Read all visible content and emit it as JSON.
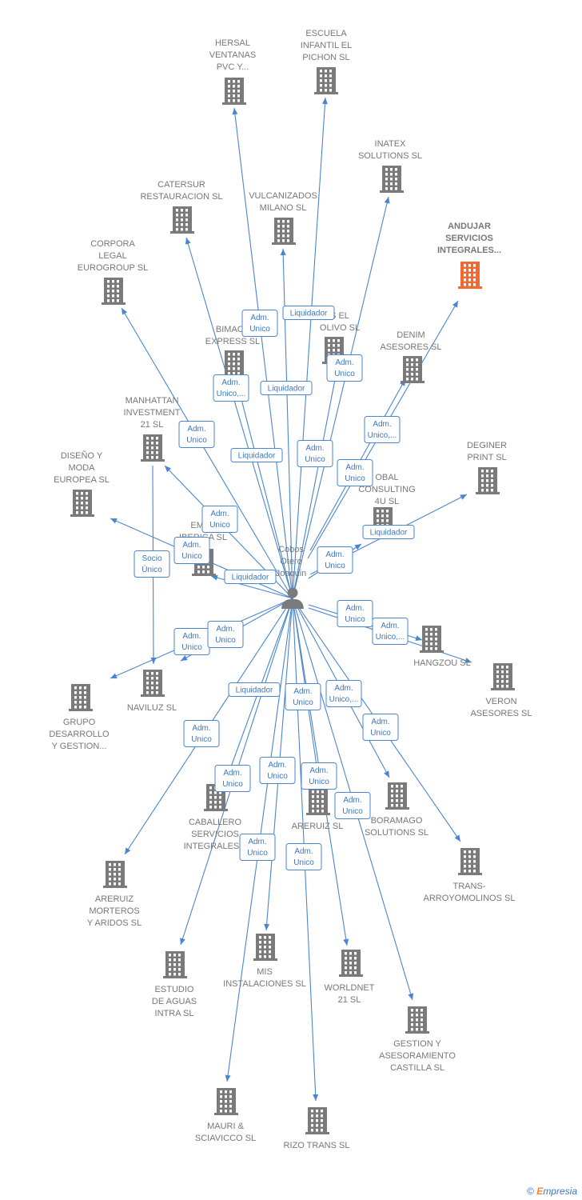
{
  "colors": {
    "edge": "#4a86d0",
    "building": "#7a7a7a",
    "highlight": "#f26a30",
    "person": "#7a7a7a"
  },
  "center": {
    "label_lines": [
      "Cobos",
      "Otero",
      "Joaquin"
    ]
  },
  "nodes": [
    {
      "id": "hersal",
      "label": [
        "HERSAL",
        "VENTANAS",
        "PVC Y..."
      ]
    },
    {
      "id": "escuela",
      "label": [
        "ESCUELA",
        "INFANTIL EL",
        "PICHON SL"
      ]
    },
    {
      "id": "inatex",
      "label": [
        "INATEX",
        "SOLUTIONS SL"
      ]
    },
    {
      "id": "andujar",
      "label": [
        "ANDUJAR",
        "SERVICIOS",
        "INTEGRALES..."
      ],
      "highlight": true
    },
    {
      "id": "catersur",
      "label": [
        "CATERSUR",
        "RESTAURACION SL"
      ]
    },
    {
      "id": "vulcanizados",
      "label": [
        "VULCANIZADOS",
        "MILANO SL"
      ]
    },
    {
      "id": "corpora",
      "label": [
        "CORPORA",
        "LEGAL",
        "EUROGROUP SL"
      ]
    },
    {
      "id": "olivo",
      "label": [
        "S EL",
        "OLIVO SL"
      ]
    },
    {
      "id": "bimaca",
      "label": [
        "BIMACA",
        "EXPRESS SL"
      ]
    },
    {
      "id": "denim",
      "label": [
        "DENIM",
        "ASESORES SL"
      ]
    },
    {
      "id": "manhattan",
      "label": [
        "MANHATTAN",
        "INVESTMENT",
        "21 SL"
      ]
    },
    {
      "id": "deginer",
      "label": [
        "DEGINER",
        "PRINT SL"
      ]
    },
    {
      "id": "diseno",
      "label": [
        "DISEÑO Y",
        "MODA",
        "EUROPEA SL"
      ]
    },
    {
      "id": "global",
      "label": [
        "OBAL",
        "CONSULTING",
        "4U SL"
      ]
    },
    {
      "id": "emba",
      "label": [
        "EMBA",
        "IBERICA SL"
      ]
    },
    {
      "id": "hangzou",
      "label": [
        "HANGZOU SL"
      ]
    },
    {
      "id": "veron",
      "label": [
        "VERON",
        "ASESORES SL"
      ]
    },
    {
      "id": "grupo",
      "label": [
        "GRUPO",
        "DESARROLLO",
        "Y GESTION..."
      ]
    },
    {
      "id": "naviluz",
      "label": [
        "NAVILUZ SL"
      ]
    },
    {
      "id": "caballero",
      "label": [
        "CABALLERO",
        "SERVICIOS",
        "INTEGRALES..."
      ]
    },
    {
      "id": "areruiz",
      "label": [
        "ARERUIZ SL"
      ]
    },
    {
      "id": "boramago",
      "label": [
        "BORAMAGO",
        "SOLUTIONS SL"
      ]
    },
    {
      "id": "trans",
      "label": [
        "TRANS-",
        "ARROYOMOLINOS SL"
      ]
    },
    {
      "id": "areruizm",
      "label": [
        "ARERUIZ",
        "MORTEROS",
        "Y ARIDOS SL"
      ]
    },
    {
      "id": "estudio",
      "label": [
        "ESTUDIO",
        "DE AGUAS",
        "INTRA  SL"
      ]
    },
    {
      "id": "mis",
      "label": [
        "MIS",
        "INSTALACIONES SL"
      ]
    },
    {
      "id": "worldnet",
      "label": [
        "WORLDNET",
        "21 SL"
      ]
    },
    {
      "id": "gestion",
      "label": [
        "GESTION Y",
        "ASESORAMIENTO",
        "CASTILLA  SL"
      ]
    },
    {
      "id": "mauri",
      "label": [
        "MAURI &",
        "SCIAVICCO SL"
      ]
    },
    {
      "id": "rizo",
      "label": [
        "RIZO TRANS SL"
      ]
    }
  ],
  "edges": [
    {
      "to": "hersal",
      "badge": [
        "Adm.",
        "Unico"
      ]
    },
    {
      "to": "escuela",
      "badge": [
        "Liquidador"
      ]
    },
    {
      "to": "inatex",
      "badge": [
        "Adm.",
        "Unico"
      ]
    },
    {
      "to": "andujar",
      "badge": [
        "Adm.",
        "Unico,..."
      ]
    },
    {
      "to": "catersur",
      "badge": [
        "Adm.",
        "Unico,..."
      ]
    },
    {
      "to": "vulcanizados",
      "badge": [
        "Liquidador"
      ]
    },
    {
      "to": "corpora",
      "badge": [
        "Adm.",
        "Unico"
      ]
    },
    {
      "to": "olivo",
      "badge": [
        "Adm.",
        "Unico"
      ]
    },
    {
      "to": "bimaca",
      "badge": [
        "Liquidador"
      ]
    },
    {
      "to": "denim",
      "badge": [
        "Adm.",
        "Unico"
      ]
    },
    {
      "to": "manhattan",
      "badge": [
        "Adm.",
        "Unico"
      ]
    },
    {
      "to": "deginer",
      "badge": [
        "Liquidador"
      ]
    },
    {
      "to": "diseno",
      "badge": [
        "Adm.",
        "Unico"
      ]
    },
    {
      "to": "global",
      "badge": [
        "Adm.",
        "Unico"
      ]
    },
    {
      "to": "emba",
      "badge": [
        "Liquidador"
      ]
    },
    {
      "to": "hangzou",
      "badge": [
        "Adm.",
        "Unico"
      ]
    },
    {
      "to": "veron",
      "badge": [
        "Adm.",
        "Unico,..."
      ]
    },
    {
      "to": "grupo",
      "badge": [
        "Adm.",
        "Unico"
      ]
    },
    {
      "to": "naviluz",
      "badge": [
        "Adm.",
        "Unico"
      ]
    },
    {
      "to": "naviluz",
      "badge": [
        "Socio",
        "Único"
      ],
      "from": "manhattan"
    },
    {
      "to": "caballero",
      "badge": [
        "Liquidador"
      ]
    },
    {
      "to": "areruiz",
      "badge": [
        "Adm.",
        "Unico"
      ]
    },
    {
      "to": "boramago",
      "badge": [
        "Adm.",
        "Unico,..."
      ]
    },
    {
      "to": "trans",
      "badge": [
        "Adm.",
        "Unico"
      ]
    },
    {
      "to": "areruizm",
      "badge": [
        "Adm.",
        "Unico"
      ]
    },
    {
      "to": "estudio",
      "badge": [
        "Adm.",
        "Unico"
      ]
    },
    {
      "to": "mis",
      "badge": [
        "Adm.",
        "Unico"
      ]
    },
    {
      "to": "worldnet",
      "badge": [
        "Adm.",
        "Unico"
      ]
    },
    {
      "to": "gestion",
      "badge": [
        "Adm.",
        "Unico"
      ]
    },
    {
      "to": "mauri",
      "badge": [
        "Adm.",
        "Unico"
      ]
    },
    {
      "to": "rizo",
      "badge": [
        "Adm.",
        "Unico"
      ]
    }
  ],
  "brand": {
    "copyright": "©",
    "e": "E",
    "rest": "mpresia"
  }
}
